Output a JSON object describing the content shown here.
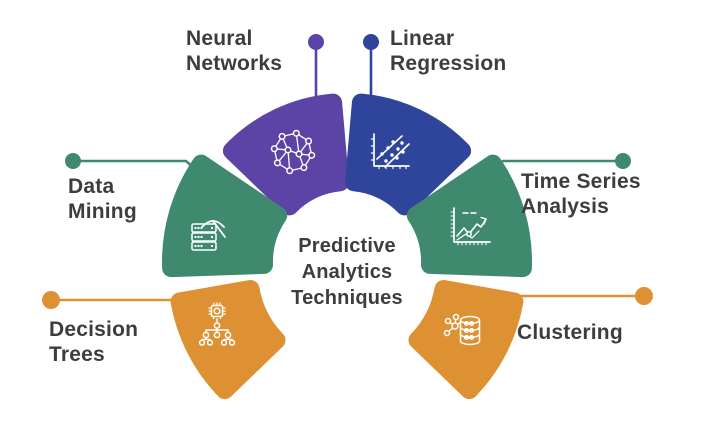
{
  "title": "Predictive Analytics Techniques",
  "center": {
    "title": "Predictive\nAnalytics\nTechniques"
  },
  "palette": {
    "purple": "#5b44a6",
    "blue": "#2f459c",
    "green": "#3f8a6e",
    "orange": "#de9133",
    "label_text": "#3d3d3d",
    "background": "#ffffff",
    "icon_stroke": "#ffffff"
  },
  "segments": [
    {
      "id": "neural-networks",
      "label": "Neural\nNetworks",
      "color": "#5b44a6",
      "icon": "neural-network-icon"
    },
    {
      "id": "linear-regression",
      "label": "Linear\nRegression",
      "color": "#2f459c",
      "icon": "scatter-plot-icon"
    },
    {
      "id": "data-mining",
      "label": "Data\nMining",
      "color": "#3f8a6e",
      "icon": "pickaxe-database-icon"
    },
    {
      "id": "time-series-analysis",
      "label": "Time Series\nAnalysis",
      "color": "#3f8a6e",
      "icon": "trend-chart-icon"
    },
    {
      "id": "decision-trees",
      "label": "Decision\nTrees",
      "color": "#de9133",
      "icon": "decision-tree-icon"
    },
    {
      "id": "clustering",
      "label": "Clustering",
      "color": "#de9133",
      "icon": "cluster-database-icon"
    }
  ]
}
